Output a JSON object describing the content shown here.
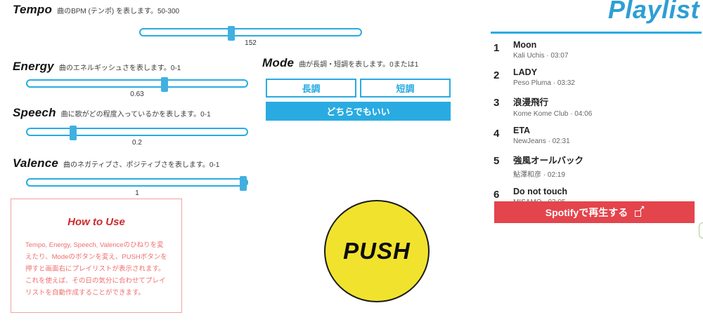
{
  "colors": {
    "accent_blue": "#29abe2",
    "thumb_blue": "#41b0e0",
    "spotify_red": "#e4444c",
    "push_yellow": "#f1e32d",
    "howto_red": "#cc2b2b"
  },
  "sliders": [
    {
      "label": "Tempo",
      "desc": "曲のBPM (テンポ) を表します。50-300",
      "value": "152",
      "percent": 41
    },
    {
      "label": "Energy",
      "desc": "曲のエネルギッシュさを表します。0-1",
      "value": "0.63",
      "percent": 63
    },
    {
      "label": "Speech",
      "desc": "曲に歌がどの程度入っているかを表します。0-1",
      "value": "0.2",
      "percent": 20
    },
    {
      "label": "Valence",
      "desc": "曲のネガティブさ、ポジティブさを表します。0-1",
      "value": "1",
      "percent": 100
    }
  ],
  "mode": {
    "label": "Mode",
    "desc": "曲が長調・短調を表します。0または1",
    "major_label": "長調",
    "minor_label": "短調",
    "either_label": "どちらでもいい"
  },
  "how_to_use": {
    "title": "How to Use",
    "body": "Tempo, Energy, Speech, Valenceのひねりを変えたり、Modeのボタンを変え、PUSHボタンを押すと画面右にプレイリストが表示されます。これを使えば、その日の気分に合わせてプレイリストを自動作成することができます。"
  },
  "push": {
    "label": "PUSH"
  },
  "playlist": {
    "title": "Playlist",
    "meta_separator": "·",
    "tracks": [
      {
        "num": "1",
        "title": "Moon",
        "artist": "Kali Uchis",
        "duration": "03:07"
      },
      {
        "num": "2",
        "title": "LADY",
        "artist": "Peso Pluma",
        "duration": "03:32"
      },
      {
        "num": "3",
        "title": "浪漫飛行",
        "artist": "Kome Kome Club",
        "duration": "04:06"
      },
      {
        "num": "4",
        "title": "ETA",
        "artist": "NewJeans",
        "duration": "02:31"
      },
      {
        "num": "5",
        "title": "強風オールバック",
        "artist": "鮎澤和彦",
        "duration": "02:19"
      },
      {
        "num": "6",
        "title": "Do not touch",
        "artist": "MISAMO",
        "duration": "03:05"
      }
    ],
    "spotify_button_label": "Spotifyで再生する"
  },
  "icons": {
    "external_link": "↗"
  }
}
